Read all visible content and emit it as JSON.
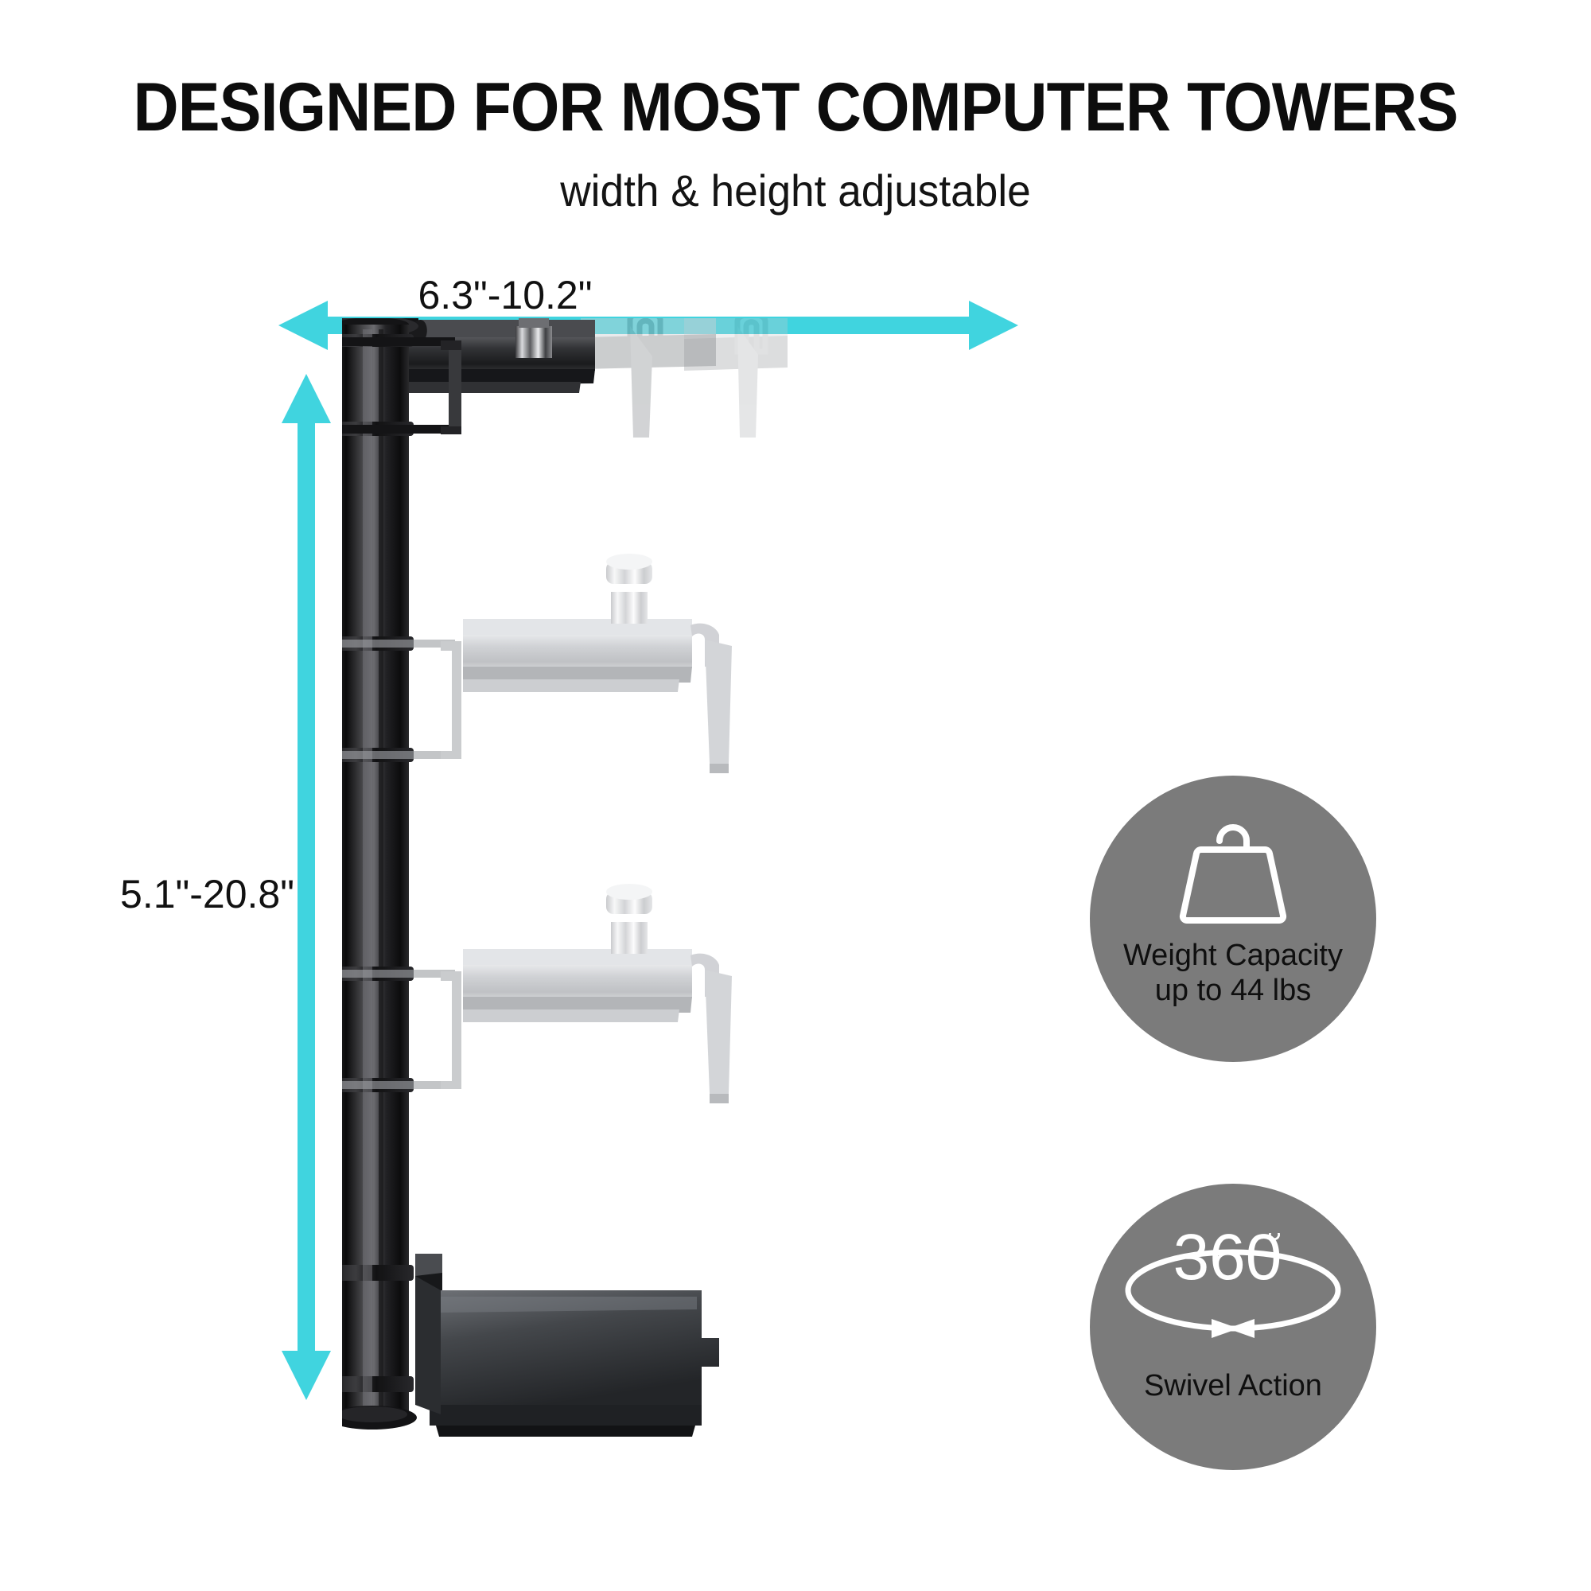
{
  "header": {
    "title": "DESIGNED FOR MOST COMPUTER TOWERS",
    "subtitle": "width & height adjustable"
  },
  "dimensions": {
    "width": {
      "label": "6.3\"-10.2\"",
      "icon": "double-arrow-horizontal-icon",
      "color": "#40D4DF"
    },
    "height": {
      "label": "5.1\"-20.8\"",
      "icon": "double-arrow-vertical-icon",
      "color": "#40D4DF"
    }
  },
  "product": {
    "name": "adjustable-computer-tower-mount",
    "parts": {
      "pole": "vertical-black-pole",
      "top_bracket": "top-support-arm",
      "mid_bracket": "middle-support-arm-ghost",
      "low_bracket": "lower-support-arm-ghost",
      "base_tray": "base-platform-tray",
      "knob": "adjustment-knob"
    },
    "colors": {
      "pole_dark": "#1b1b1b",
      "metal_light": "#b9bcc0",
      "tray": "#3a3d41"
    }
  },
  "badges": [
    {
      "id": "weight-capacity",
      "icon": "weight-icon",
      "caption_line1": "Weight Capacity",
      "caption_line2": "up to 44 lbs",
      "circle_color": "#7b7b7b",
      "icon_color": "#ffffff",
      "text_color": "#0f0f0f"
    },
    {
      "id": "swivel-action",
      "icon": "rotation-360-icon",
      "value": "360",
      "degree_symbol": "°",
      "caption_line1": "Swivel Action",
      "circle_color": "#7b7b7b",
      "icon_color": "#ffffff",
      "text_color": "#0f0f0f"
    }
  ],
  "page": {
    "background": "#ffffff"
  }
}
